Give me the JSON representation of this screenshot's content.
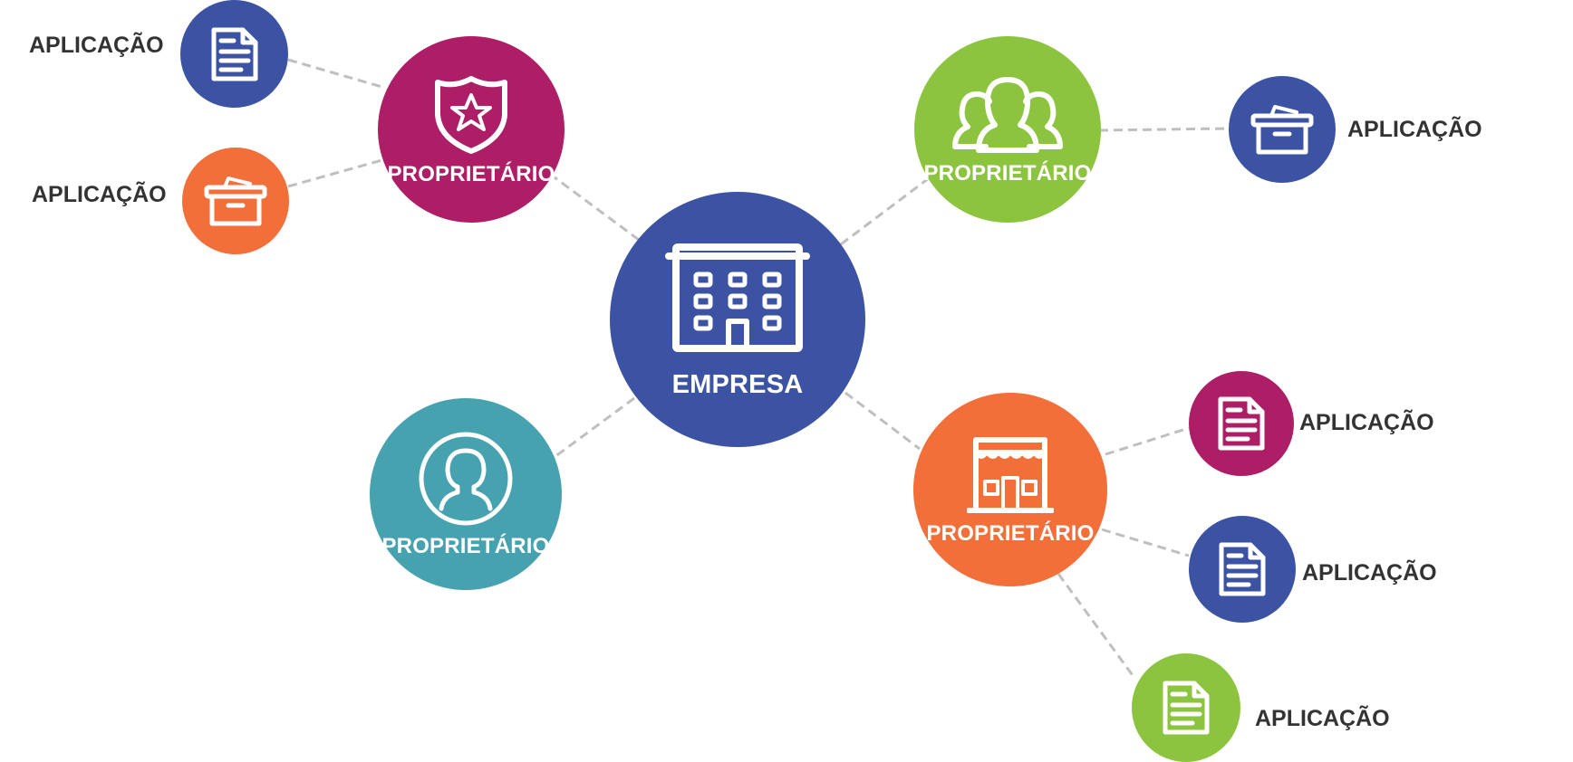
{
  "colors": {
    "blue": "#3C53A4",
    "magenta": "#AE1E66",
    "green": "#8CC43F",
    "orange": "#F26F3A",
    "teal": "#47A2AF",
    "connector": "#BFBFBF",
    "label": "#333333"
  },
  "center": {
    "label": "EMPRESA",
    "icon": "building-icon",
    "color": "#3C53A4"
  },
  "owners": [
    {
      "label": "PROPRIETÁRIO",
      "icon": "shield-star-icon",
      "color": "#AE1E66"
    },
    {
      "label": "PROPRIETÁRIO",
      "icon": "users-group-icon",
      "color": "#8CC43F"
    },
    {
      "label": "PROPRIETÁRIO",
      "icon": "female-user-icon",
      "color": "#47A2AF"
    },
    {
      "label": "PROPRIETÁRIO",
      "icon": "storefront-icon",
      "color": "#F26F3A"
    }
  ],
  "applications": [
    {
      "label": "APLICAÇÃO",
      "icon": "document-icon",
      "color": "#3C53A4"
    },
    {
      "label": "APLICAÇÃO",
      "icon": "archive-box-icon",
      "color": "#F26F3A"
    },
    {
      "label": "APLICAÇÃO",
      "icon": "archive-box-icon",
      "color": "#3C53A4"
    },
    {
      "label": "APLICAÇÃO",
      "icon": "document-icon",
      "color": "#AE1E66"
    },
    {
      "label": "APLICAÇÃO",
      "icon": "document-icon",
      "color": "#3C53A4"
    },
    {
      "label": "APLICAÇÃO",
      "icon": "document-icon",
      "color": "#8CC43F"
    }
  ]
}
